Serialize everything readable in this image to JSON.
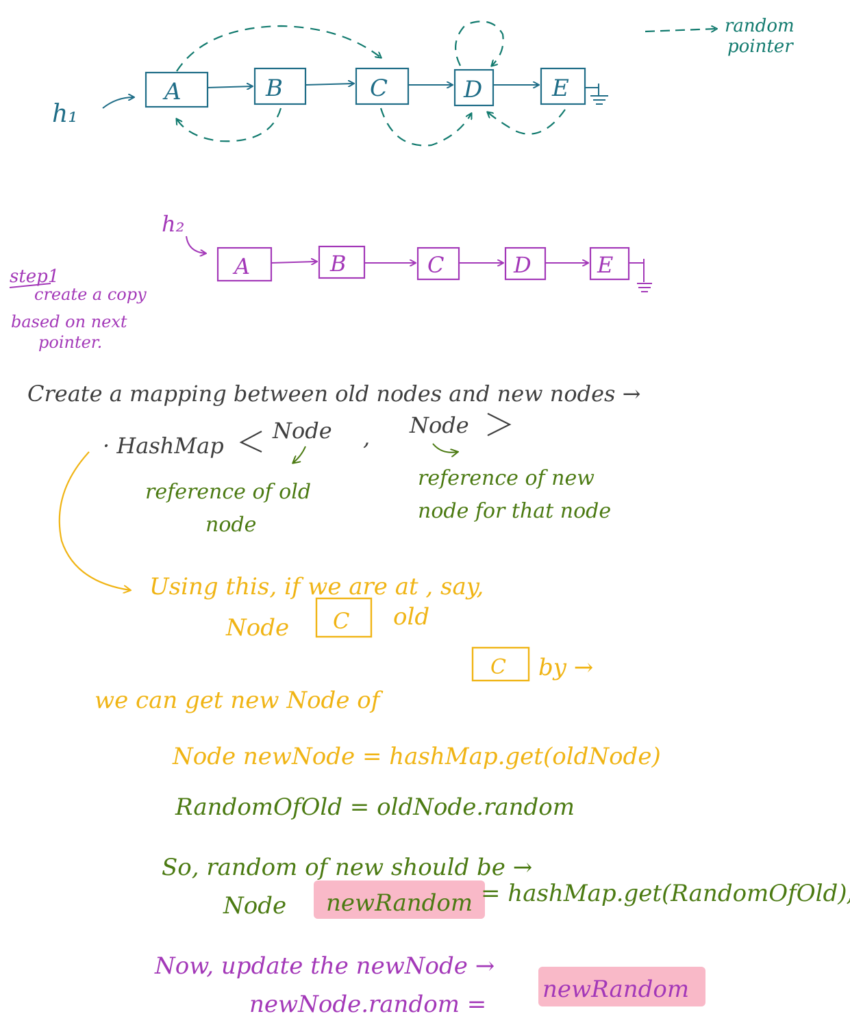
{
  "colors": {
    "list1": "#1f6d87",
    "legend": "#117a6e",
    "list2": "#a338b8",
    "text_gray": "#3f3f3f",
    "text_green": "#4b7a12",
    "text_yellow": "#f0b414",
    "highlight": "#f9b9c8"
  },
  "list1": {
    "head": "h₁",
    "nodes": [
      "A",
      "B",
      "C",
      "D",
      "E"
    ],
    "legend": [
      "random",
      "pointer"
    ]
  },
  "list2": {
    "head": "h₂",
    "nodes": [
      "A",
      "B",
      "C",
      "D",
      "E"
    ]
  },
  "step1": {
    "title": "step1",
    "lines": [
      "create a copy",
      "based on next",
      "pointer."
    ]
  },
  "mapping": {
    "line": "Create a mapping between old nodes and new nodes →",
    "hashmap_prefix": "· HashMap",
    "hashmap_key": "Node",
    "hashmap_comma": ",",
    "hashmap_value": "Node",
    "key_note": [
      "reference of old",
      "node"
    ],
    "value_note": [
      "reference of new",
      "node for that node"
    ]
  },
  "explain": {
    "line1": "Using this, if we are at , say,",
    "line2_before": "Node",
    "line2_box": "C",
    "line2_after": "old",
    "line3_before": "we can get new Node of",
    "line3_box": "C",
    "line3_after": "by →",
    "code1": "Node newNode = hashMap.get(oldNode)"
  },
  "random": {
    "line1": "RandomOfOld = oldNode.random",
    "line2": "So, random of new should be →",
    "code_prefix": "Node",
    "code_highlight": "newRandom",
    "code_suffix": "= hashMap.get(RandomOfOld);"
  },
  "update": {
    "line1": "Now, update the newNode →",
    "code_prefix": "newNode.random =",
    "code_highlight": "newRandom"
  }
}
